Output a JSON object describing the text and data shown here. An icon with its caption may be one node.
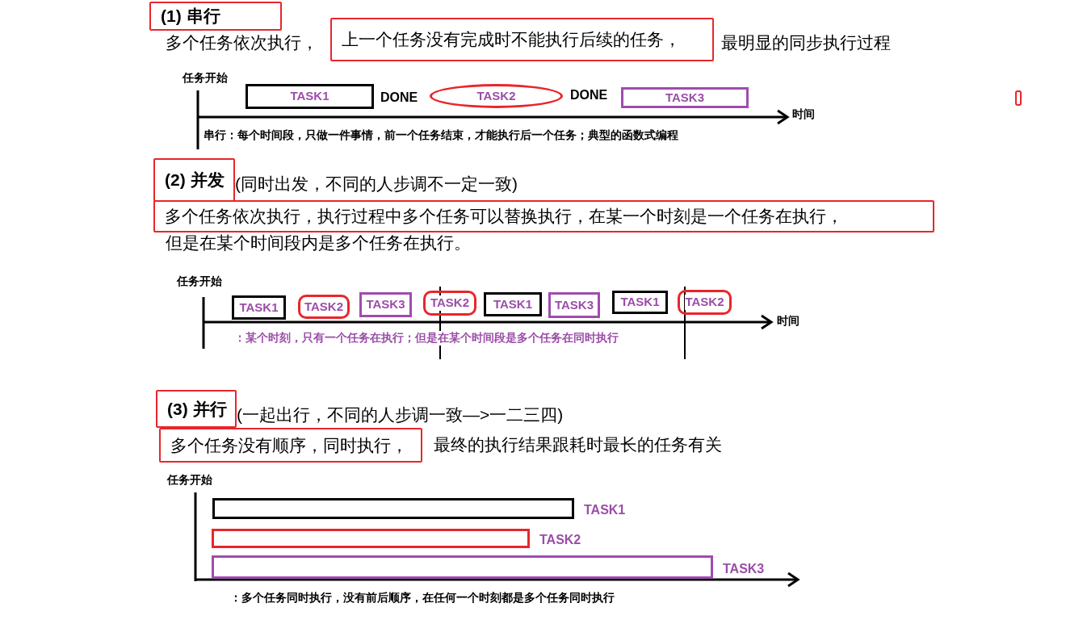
{
  "diagram": {
    "nodes": [
      {
        "text": [
          "(1) 串行"
        ]
      },
      {
        "text": [
          "上一个任务没有完成时不能执行后续的任务，"
        ]
      },
      {
        "text": [
          "TASK1"
        ]
      },
      {
        "text": [
          "TASK2"
        ]
      },
      {
        "text": [
          "TASK3"
        ]
      },
      {
        "text": [
          "(2) 并发"
        ]
      },
      {
        "text": [
          "多个任务依次执行，执行过程中多个任务可以替换执行，在某一个时刻是一个任务在执行，"
        ]
      },
      {
        "text": [
          "TASK1"
        ]
      },
      {
        "text": [
          "TASK2"
        ]
      },
      {
        "text": [
          "TASK3"
        ]
      },
      {
        "text": [
          "TASK2"
        ]
      },
      {
        "text": [
          "TASK1"
        ]
      },
      {
        "text": [
          "TASK3"
        ]
      },
      {
        "text": [
          "TASK1"
        ]
      },
      {
        "text": [
          "TASK2"
        ]
      },
      {
        "text": [
          "(3) 并行"
        ]
      },
      {
        "text": [
          "多个任务没有顺序，同时执行，"
        ]
      },
      {
        "text": [],
        "shape": "bar",
        "beside": [
          "TASK1"
        ]
      },
      {
        "text": [],
        "shape": "bar",
        "beside": [
          "TASK2"
        ]
      },
      {
        "text": [],
        "shape": "bar",
        "beside": [
          "TASK3"
        ]
      }
    ],
    "labels": [
      "多个任务依次执行，",
      "最明显的同步执行过程",
      "任务开始",
      "DONE",
      "DONE",
      "时间",
      "串行：每个时间段，只做一件事情，前一个任务结束，才能执行后一个任务；典型的函数式编程",
      "(同时出发，不同的人步调不一定一致)",
      "但是在某个时间段内是多个任务在执行。",
      "任务开始",
      "时间",
      "：某个时刻，只有一个任务在执行；但是在某个时间段是多个任务在同时执行",
      "(一起出行，不同的人步调一致—>一二三四)",
      "最终的执行结果跟耗时最长的任务有关",
      "任务开始",
      "：多个任务同时执行，没有前后顺序，在任何一个时刻都是多个任务同时执行"
    ]
  }
}
